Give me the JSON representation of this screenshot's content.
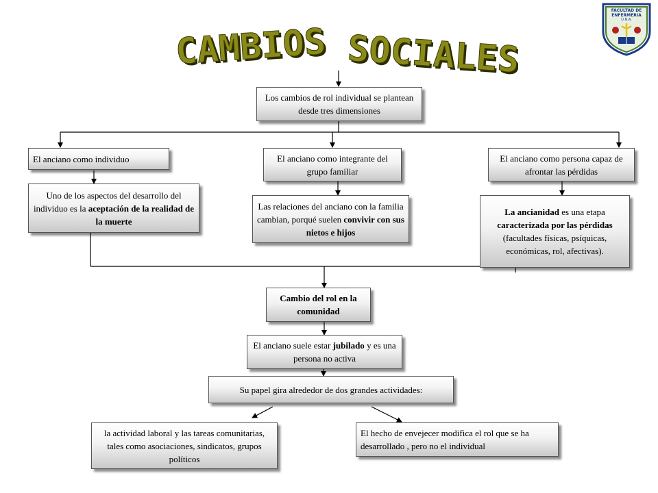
{
  "title": {
    "word1": "CAMBIOS",
    "word2": "SOCIALES",
    "fill_color": "#8a8a1a",
    "shadow_color": "#2b2b00"
  },
  "logo": {
    "line1": "FACULTAD DE",
    "line2": "ENFERMERIA",
    "line3": "U.N.A.",
    "colors": {
      "blue": "#1a3a8a",
      "green": "#4b7a2a",
      "red": "#b22222",
      "yellow": "#e8c020"
    }
  },
  "nodes": {
    "root": {
      "text": "Los cambios de rol individual se plantean desde tres dimensiones"
    },
    "individuo": {
      "text": "El anciano como individuo"
    },
    "familiar": {
      "text": "El anciano como integrante del  grupo familiar"
    },
    "persona": {
      "text": "El anciano como persona capaz de afrontar las pérdidas"
    },
    "muerte": {
      "pre": "Uno de los aspectos del desarrollo del individuo es la ",
      "bold": "aceptación de la realidad de la muerte"
    },
    "relaciones": {
      "pre": "Las relaciones  del anciano con la familia cambian,   porqué suelen ",
      "bold": "convivir con sus nietos e hijos"
    },
    "ancianidad": {
      "bold1": "La ancianidad",
      "mid": " es una etapa ",
      "bold2": "caracterizada por las pérdidas",
      "post": " (facultades físicas, psíquicas, económicas, rol, afectivas)."
    },
    "comunidad": {
      "text": "Cambio del rol en la comunidad"
    },
    "jubilado": {
      "pre": "El anciano suele estar ",
      "bold": "jubilado",
      "post": " y es una persona no activa"
    },
    "papel": {
      "text": "Su papel gira alrededor de dos grandes actividades:"
    },
    "laboral": {
      "text": "la actividad laboral y las tareas comunitarias, tales como asociaciones, sindicatos, grupos políticos"
    },
    "envejecer": {
      "text": "El hecho de envejecer modifica el rol que se ha desarrollado , pero no el individual"
    }
  }
}
